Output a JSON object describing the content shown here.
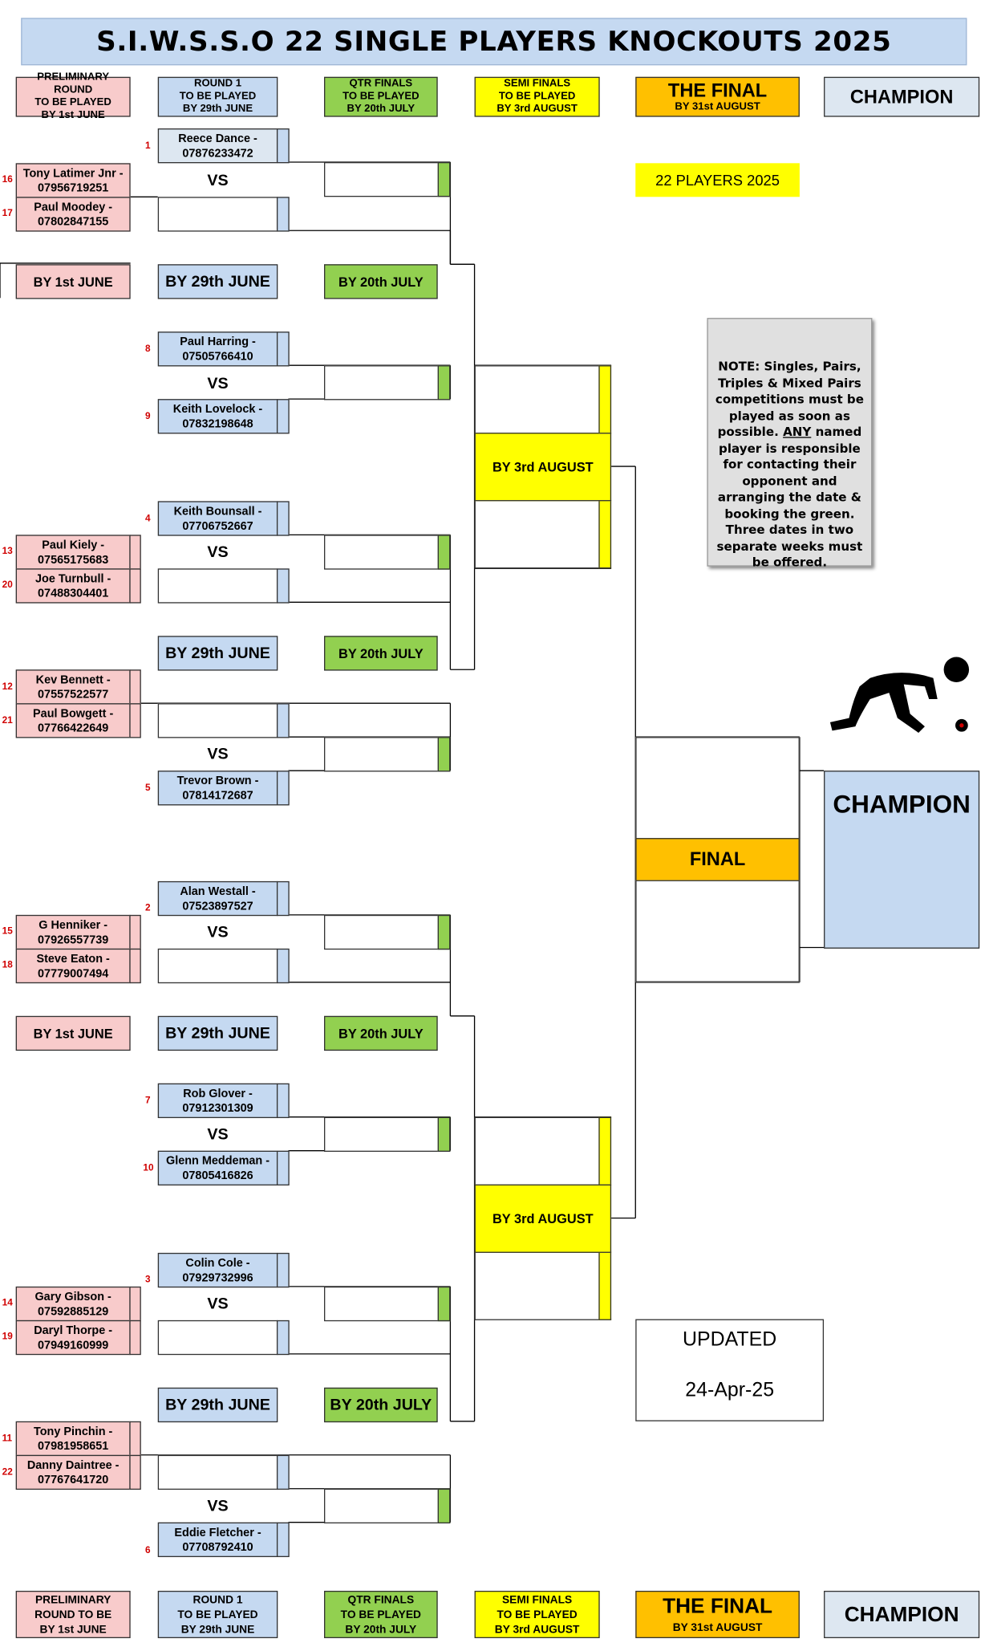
{
  "title": "S.I.W.S.S.O 22 SINGLE PLAYERS  KNOCKOUTS  2025",
  "headers_top": {
    "prelim": [
      "PRELIMINARY ROUND",
      "TO BE PLAYED",
      "BY 1st JUNE"
    ],
    "round1": [
      "ROUND 1",
      "TO BE PLAYED",
      "BY 29th JUNE"
    ],
    "qtr": [
      "QTR FINALS",
      "TO BE PLAYED",
      "BY 20th JULY"
    ],
    "semi": [
      "SEMI FINALS",
      "TO BE PLAYED",
      "BY 3rd AUGUST"
    ],
    "final": [
      "THE FINAL",
      "BY 31st AUGUST"
    ],
    "champion": "CHAMPION"
  },
  "headers_bottom": {
    "prelim": [
      "PRELIMINARY",
      "ROUND TO BE",
      "BY 1st JUNE"
    ],
    "round1": [
      "ROUND 1",
      "TO BE PLAYED",
      "BY 29th JUNE"
    ],
    "qtr": [
      "QTR FINALS",
      "TO BE PLAYED",
      "BY 20th JULY"
    ],
    "semi": [
      "SEMI FINALS",
      "TO BE PLAYED",
      "BY 3rd AUGUST"
    ],
    "final": [
      "THE FINAL",
      "BY 31st AUGUST"
    ],
    "champion": "CHAMPION"
  },
  "players_badge": "22 PLAYERS 2025",
  "vs": "VS",
  "players": [
    {
      "seed": "1",
      "name": "Reece Dance -",
      "phone": "07876233472"
    },
    {
      "seed": "16",
      "name": "Tony Latimer Jnr -",
      "phone": "07956719251"
    },
    {
      "seed": "17",
      "name": "Paul Moodey -",
      "phone": "07802847155"
    },
    {
      "seed": "8",
      "name": "Paul Harring -",
      "phone": "07505766410"
    },
    {
      "seed": "9",
      "name": "Keith Lovelock -",
      "phone": "07832198648"
    },
    {
      "seed": "4",
      "name": "Keith Bounsall -",
      "phone": "07706752667"
    },
    {
      "seed": "13",
      "name": "Paul Kiely -",
      "phone": "07565175683"
    },
    {
      "seed": "20",
      "name": "Joe Turnbull -",
      "phone": "07488304401"
    },
    {
      "seed": "12",
      "name": "Kev Bennett -",
      "phone": "07557522577"
    },
    {
      "seed": "21",
      "name": "Paul Bowgett -",
      "phone": "07766422649"
    },
    {
      "seed": "5",
      "name": "Trevor Brown -",
      "phone": "07814172687"
    },
    {
      "seed": "2",
      "name": "Alan Westall -",
      "phone": "07523897527"
    },
    {
      "seed": "15",
      "name": "G Henniker -",
      "phone": "07926557739"
    },
    {
      "seed": "18",
      "name": "Steve Eaton -",
      "phone": "07779007494"
    },
    {
      "seed": "7",
      "name": "Rob Glover -",
      "phone": "07912301309"
    },
    {
      "seed": "10",
      "name": "Glenn Meddeman -",
      "phone": "07805416826"
    },
    {
      "seed": "3",
      "name": "Colin Cole -",
      "phone": "07929732996"
    },
    {
      "seed": "14",
      "name": "Gary Gibson -",
      "phone": "07592885129"
    },
    {
      "seed": "19",
      "name": "Daryl Thorpe -",
      "phone": "07949160999"
    },
    {
      "seed": "11",
      "name": "Tony Pinchin -",
      "phone": "07981958651"
    },
    {
      "seed": "22",
      "name": "Danny Daintree -",
      "phone": "07767641720"
    },
    {
      "seed": "6",
      "name": "Eddie Fletcher -",
      "phone": "07708792410"
    }
  ],
  "dates": {
    "prelim": "BY 1st JUNE",
    "round1": "BY 29th JUNE",
    "qtr": "BY 20th JULY",
    "semi": "BY 3rd AUGUST",
    "final": "FINAL"
  },
  "note": {
    "before": "NOTE: Singles, Pairs, Triples & Mixed Pairs competitions must be played as soon as possible.",
    "emphasis": "ANY",
    "after": "named player is responsible for contacting their opponent and arranging the date  & booking the green. Three dates in two separate weeks must be offered."
  },
  "champion_box": "CHAMPION",
  "updated": {
    "label": "UPDATED",
    "date": "24-Apr-25"
  },
  "icons": {
    "bowler": "bowler-icon"
  },
  "colors": {
    "prelim": "#f8cbcb",
    "round1": "#c5d9f1",
    "qtr": "#92d050",
    "semi": "#ffff00",
    "final": "#ffc000",
    "seed": "#d00000"
  }
}
